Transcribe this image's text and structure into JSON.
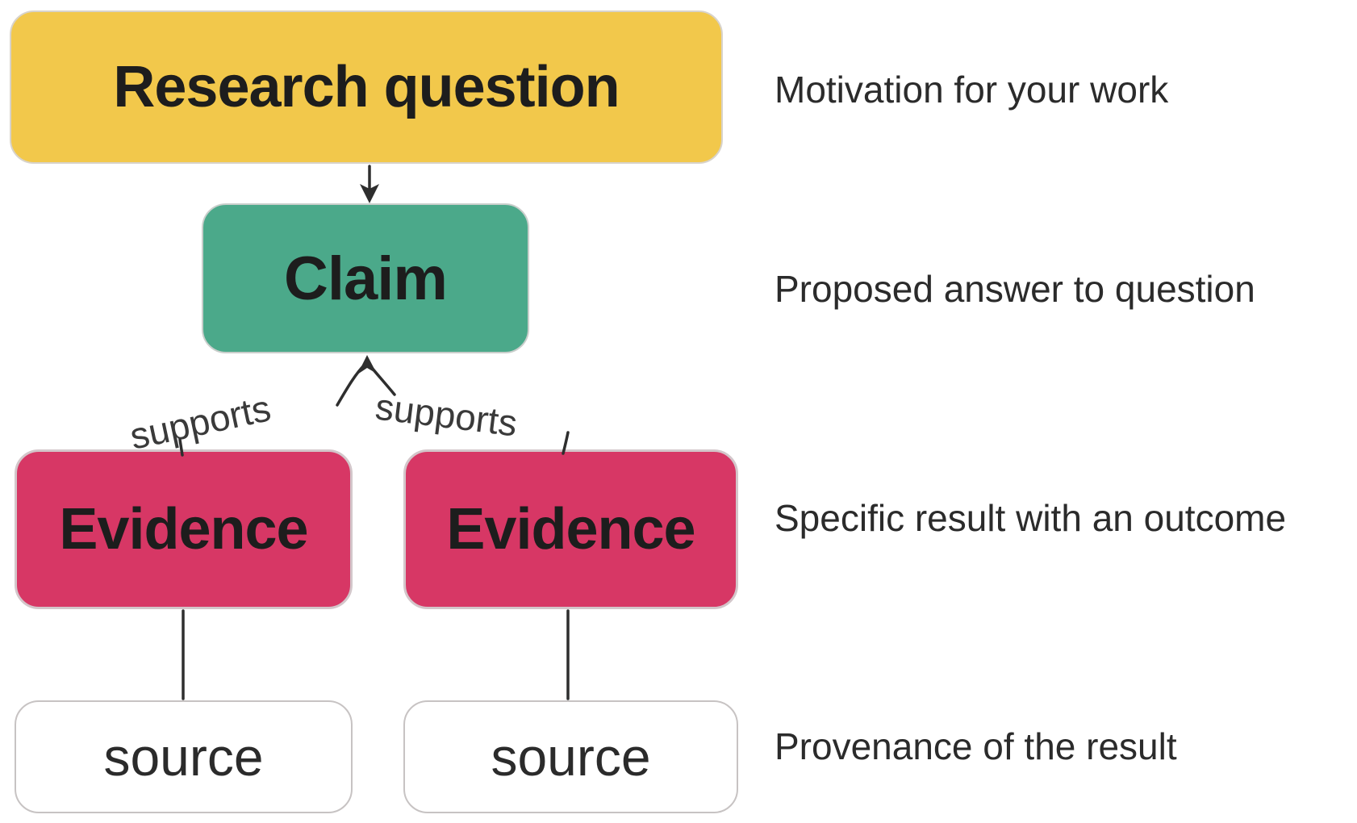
{
  "diagram": {
    "nodes": {
      "research_question": {
        "label": "Research question"
      },
      "claim": {
        "label": "Claim"
      },
      "evidence_left": {
        "label": "Evidence"
      },
      "evidence_right": {
        "label": "Evidence"
      },
      "source_left": {
        "label": "source"
      },
      "source_right": {
        "label": "source"
      }
    },
    "edges": {
      "supports_left": {
        "label": "supports"
      },
      "supports_right": {
        "label": "supports"
      }
    },
    "annotations": {
      "motivation": {
        "text": "Motivation for your work"
      },
      "proposed_answer": {
        "text": "Proposed answer to question"
      },
      "specific_result": {
        "text": "Specific result with an outcome"
      },
      "provenance": {
        "text": "Provenance of the result"
      }
    },
    "colors": {
      "research_question_fill": "#F2C84B",
      "claim_fill": "#4BA98A",
      "evidence_fill": "#D73765",
      "source_fill": "#FFFFFF",
      "arrow_stroke": "#2E2E2E",
      "label_text": "#1D1D1D",
      "annotation_text": "#2B2B2B"
    }
  }
}
